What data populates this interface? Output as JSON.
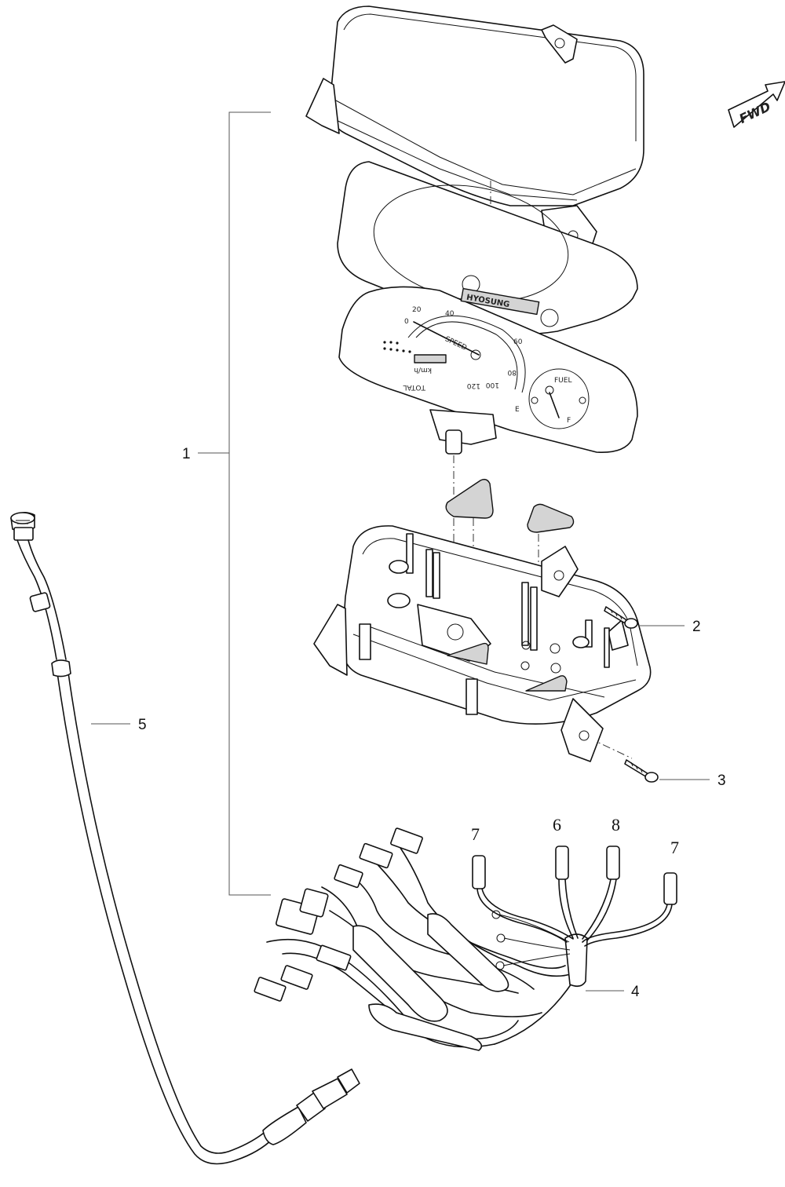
{
  "fwd_label": "FWD",
  "callouts": {
    "c1": "1",
    "c2": "2",
    "c3": "3",
    "c4": "4",
    "c5": "5",
    "c6": "6",
    "c7a": "7",
    "c7b": "7",
    "c8": "8"
  },
  "dial": {
    "brand": "HYOSUNG",
    "speed": "SPEED",
    "unit": "km/h",
    "total": "TOTAL",
    "fuel": "FUEL",
    "scale": [
      "0",
      "20",
      "40",
      "60",
      "80",
      "100",
      "120"
    ],
    "fuel_e": "E",
    "fuel_f": "F"
  }
}
